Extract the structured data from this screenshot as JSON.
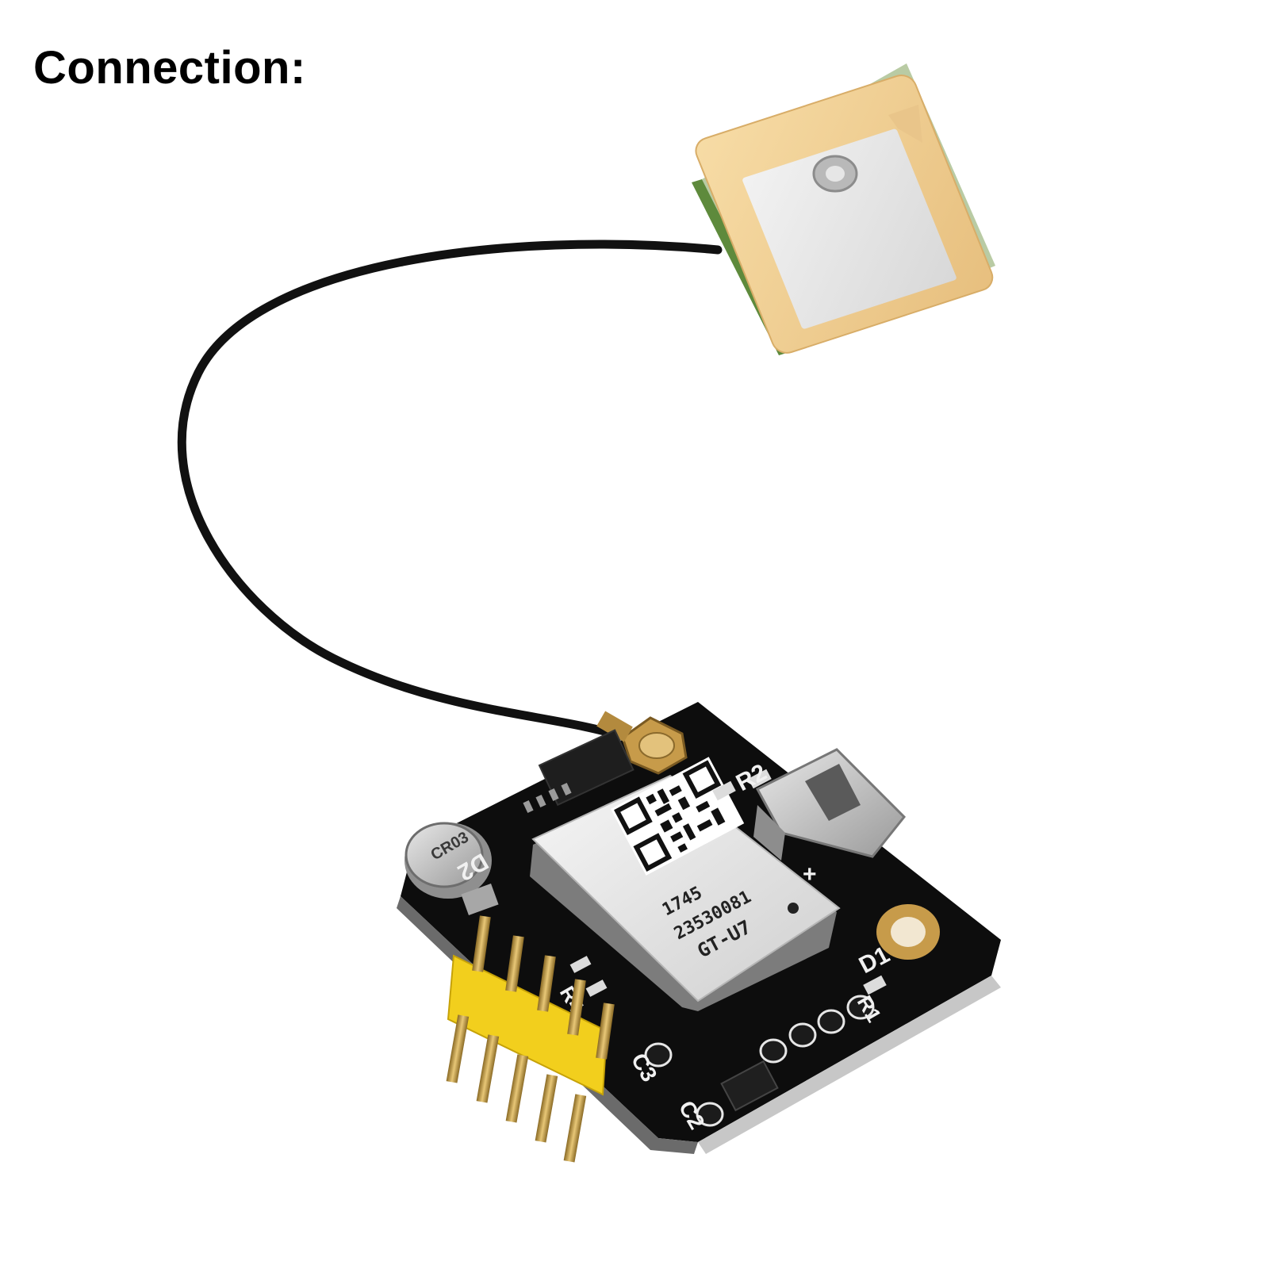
{
  "header": {
    "title": "Connection:"
  },
  "module": {
    "chip_label_line1": "GT-U7",
    "chip_label_line2": "23530081",
    "chip_label_line3": "1745",
    "silkscreen": {
      "r2": "R2",
      "d2": "D2",
      "d1": "D1",
      "r1": "R1",
      "r4": "R4",
      "c3": "C3",
      "c2": "C2",
      "plus": "+"
    },
    "battery_label": "CR03"
  },
  "colors": {
    "pcb": "#121212",
    "antenna_ceramic": "#f0cf92",
    "antenna_patch": "#e6e6e6",
    "cable": "#111111",
    "header_plastic": "#f2cf1d",
    "gold_pin": "#c9a24a",
    "shield": "#e9e9e9"
  }
}
